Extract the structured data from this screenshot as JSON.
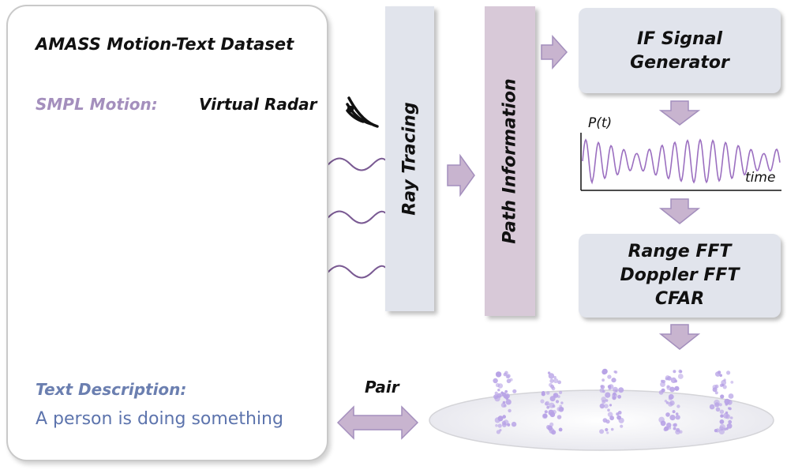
{
  "dataset_panel": {
    "title": "AMASS Motion-Text Dataset",
    "smpl_label": "SMPL Motion:",
    "radar_label": "Virtual Radar",
    "text_description_label": "Text Description:",
    "text_description_value": "A person is doing something"
  },
  "pipeline": {
    "ray_tracing": "Ray Tracing",
    "path_information": "Path Information",
    "if_generator": [
      "IF Signal",
      "Generator"
    ],
    "processing": [
      "Range FFT",
      "Doppler FFT",
      "CFAR"
    ],
    "signal_y_label": "P(t)",
    "signal_x_label": "time"
  },
  "pair_label": "Pair",
  "colors": {
    "arrow_fill": "#c8b4cf",
    "arrow_stroke": "#a48fbd",
    "wave": "#7a5a93",
    "signal": "#9b6fc0",
    "points": "#b8a3e6",
    "box_gray": "#e1e4ec",
    "box_purple": "#d8c9d8"
  },
  "icons": [
    "radar-signal-icon",
    "human-body-icon",
    "point-cloud-icon"
  ]
}
